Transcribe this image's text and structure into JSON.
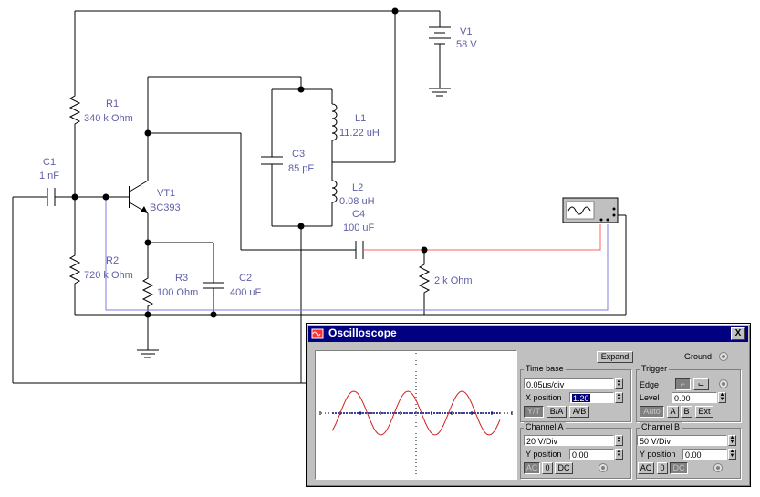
{
  "components": {
    "v1": {
      "name": "V1",
      "value": "58 V"
    },
    "r1": {
      "name": "R1",
      "value": "340 k Ohm"
    },
    "r2": {
      "name": "R2",
      "value": "720 k Ohm"
    },
    "r3": {
      "name": "R3",
      "value": "100  Ohm"
    },
    "rload": {
      "value": "2 k Ohm"
    },
    "c1": {
      "name": "C1",
      "value": "1 nF"
    },
    "c2": {
      "name": "C2",
      "value": "400 uF"
    },
    "c3": {
      "name": "C3",
      "value": "85 pF"
    },
    "c4": {
      "name": "C4",
      "value": "100 uF"
    },
    "l1": {
      "name": "L1",
      "value": "11.22 uH"
    },
    "l2": {
      "name": "L2",
      "value": "0.08 uH"
    },
    "vt1": {
      "name": "VT1",
      "value": "BC393"
    }
  },
  "oscilloscope": {
    "title": "Oscilloscope",
    "close_glyph": "X",
    "expand_label": "Expand",
    "ground_label": "Ground",
    "timebase": {
      "title": "Time base",
      "value": "0.05µs/div",
      "xpos_label": "X position",
      "xpos_value": "1.20",
      "modes": [
        "Y/T",
        "B/A",
        "A/B"
      ]
    },
    "trigger": {
      "title": "Trigger",
      "edge_label": "Edge",
      "level_label": "Level",
      "level_value": "0.00",
      "sources": [
        "Auto",
        "A",
        "B",
        "Ext"
      ]
    },
    "channel_a": {
      "title": "Channel A",
      "value": "20  V/Div",
      "ypos_label": "Y position",
      "ypos_value": "0.00",
      "coupling": [
        "AC",
        "0",
        "DC"
      ]
    },
    "channel_b": {
      "title": "Channel B",
      "value": "50  V/Div",
      "ypos_label": "Y position",
      "ypos_value": "0.00",
      "coupling": [
        "AC",
        "0",
        "DC"
      ]
    }
  },
  "colors": {
    "wire": "#000000",
    "label": "#5f5fa7",
    "channel_a": "#d02020",
    "channel_b": "#000080",
    "probe_a": "#ff6060",
    "probe_b": "#7f7fdf"
  }
}
